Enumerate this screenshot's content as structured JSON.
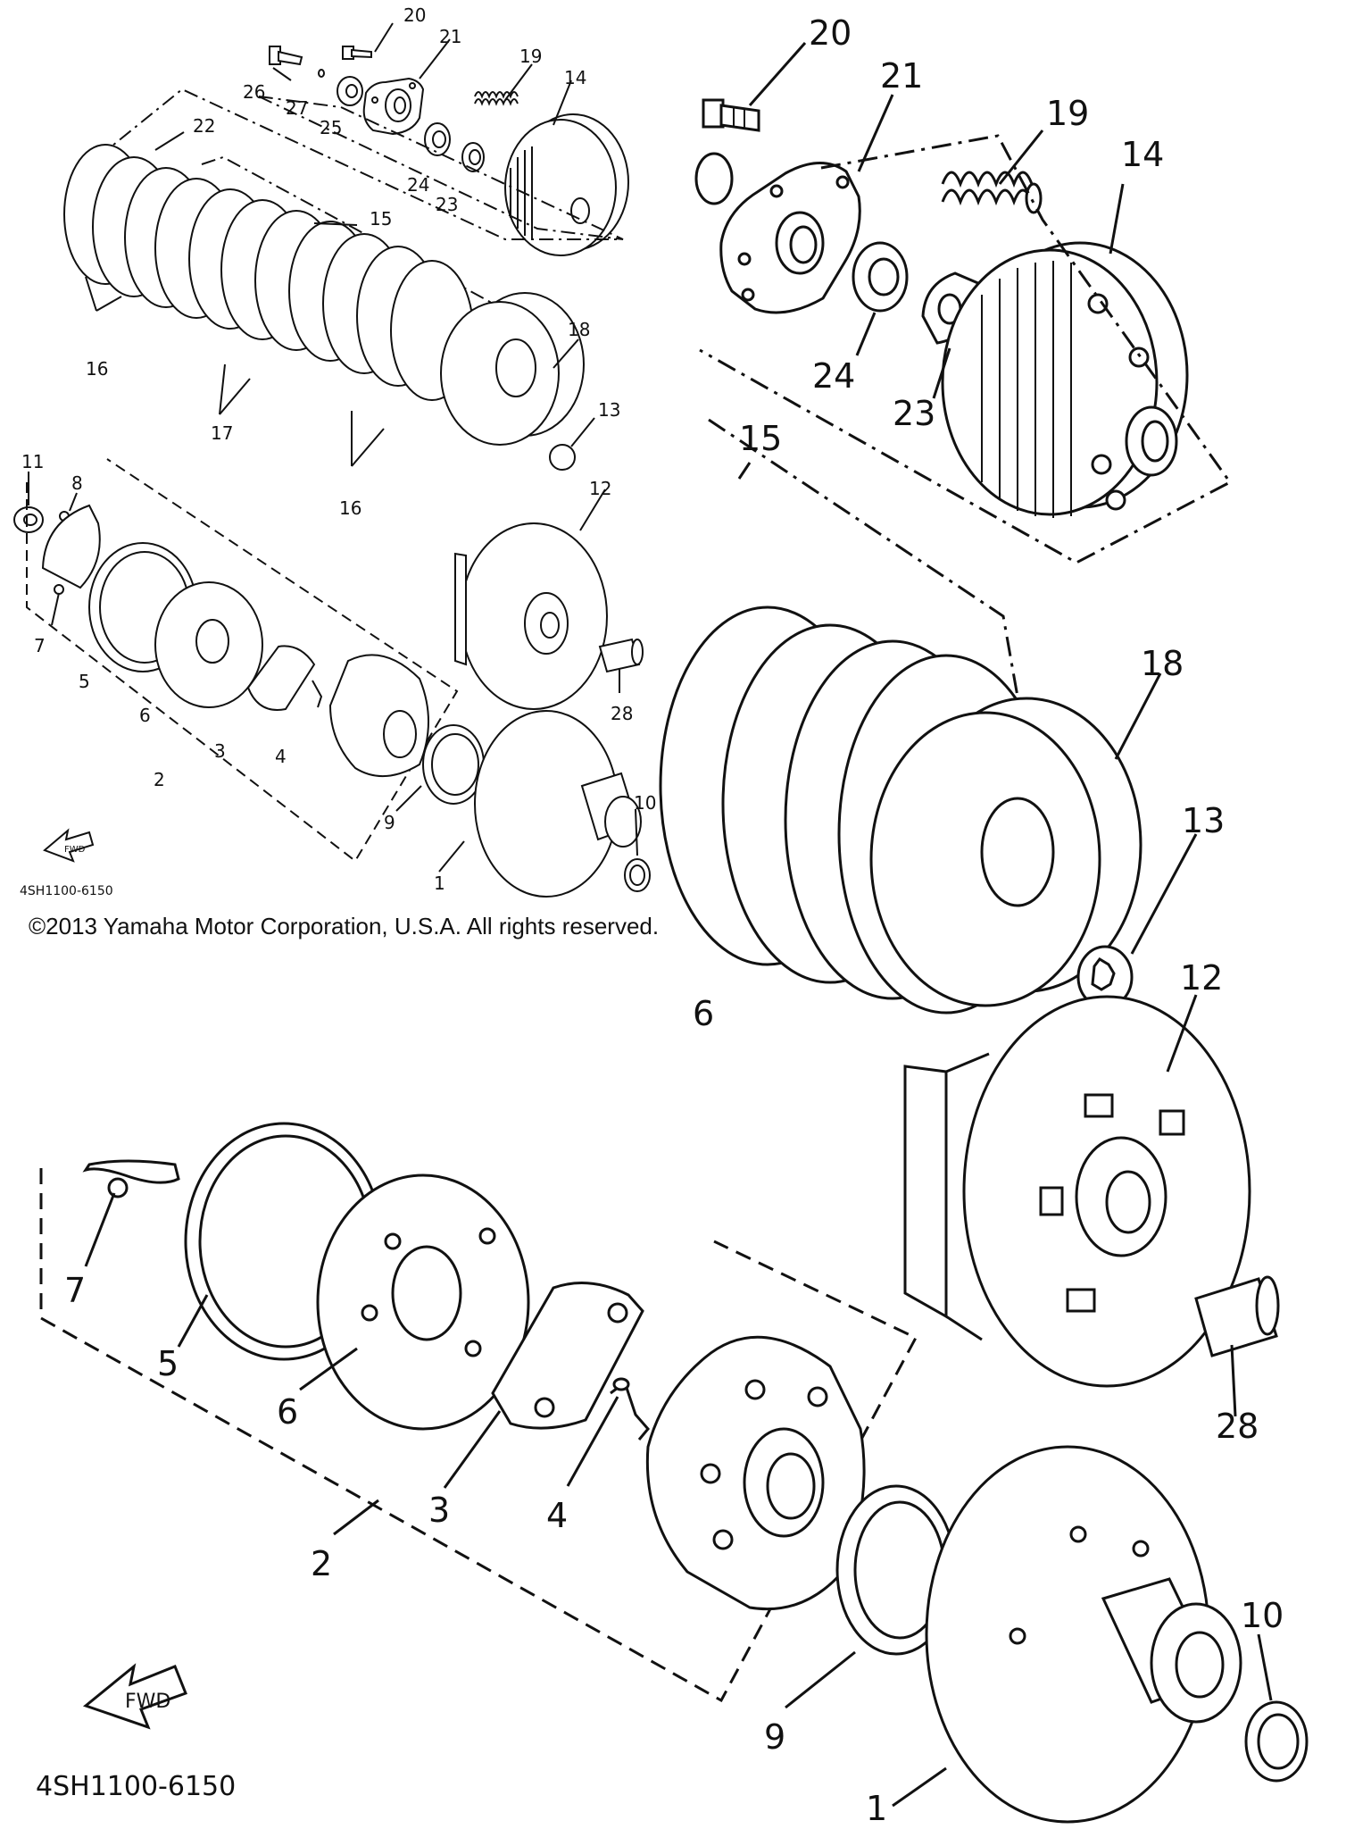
{
  "diagram": {
    "copyright": "©2013 Yamaha Motor Corporation, U.S.A. All rights reserved.",
    "small_view": {
      "drawing_code": "4SH1100-6150",
      "fwd_label": "FWD",
      "labels": [
        {
          "id": "p20",
          "text": "20"
        },
        {
          "id": "p21",
          "text": "21"
        },
        {
          "id": "p19",
          "text": "19"
        },
        {
          "id": "p14",
          "text": "14"
        },
        {
          "id": "p26",
          "text": "26"
        },
        {
          "id": "p27",
          "text": "27"
        },
        {
          "id": "p25",
          "text": "25"
        },
        {
          "id": "p22",
          "text": "22"
        },
        {
          "id": "p24",
          "text": "24"
        },
        {
          "id": "p23",
          "text": "23"
        },
        {
          "id": "p15",
          "text": "15"
        },
        {
          "id": "p16a",
          "text": "16"
        },
        {
          "id": "p18",
          "text": "18"
        },
        {
          "id": "p17",
          "text": "17"
        },
        {
          "id": "p13",
          "text": "13"
        },
        {
          "id": "p16b",
          "text": "16"
        },
        {
          "id": "p11",
          "text": "11"
        },
        {
          "id": "p8",
          "text": "8"
        },
        {
          "id": "p12",
          "text": "12"
        },
        {
          "id": "p7",
          "text": "7"
        },
        {
          "id": "p5",
          "text": "5"
        },
        {
          "id": "p6",
          "text": "6"
        },
        {
          "id": "p3",
          "text": "3"
        },
        {
          "id": "p4",
          "text": "4"
        },
        {
          "id": "p28",
          "text": "28"
        },
        {
          "id": "p2",
          "text": "2"
        },
        {
          "id": "p9",
          "text": "9"
        },
        {
          "id": "p10",
          "text": "10"
        },
        {
          "id": "p1",
          "text": "1"
        }
      ]
    },
    "zoom_upper": {
      "labels": [
        {
          "id": "z20",
          "text": "20"
        },
        {
          "id": "z21",
          "text": "21"
        },
        {
          "id": "z19",
          "text": "19"
        },
        {
          "id": "z14",
          "text": "14"
        },
        {
          "id": "z24",
          "text": "24"
        },
        {
          "id": "z23",
          "text": "23"
        },
        {
          "id": "z15",
          "text": "15"
        },
        {
          "id": "z18",
          "text": "18"
        },
        {
          "id": "z13",
          "text": "13"
        },
        {
          "id": "z16",
          "text": "6"
        },
        {
          "id": "z12",
          "text": "12"
        },
        {
          "id": "z28",
          "text": "28"
        }
      ]
    },
    "zoom_lower": {
      "drawing_code": "4SH1100-6150",
      "fwd_label": "FWD",
      "labels": [
        {
          "id": "y7",
          "text": "7"
        },
        {
          "id": "y5",
          "text": "5"
        },
        {
          "id": "y6",
          "text": "6"
        },
        {
          "id": "y3",
          "text": "3"
        },
        {
          "id": "y4",
          "text": "4"
        },
        {
          "id": "y2",
          "text": "2"
        },
        {
          "id": "y9",
          "text": "9"
        },
        {
          "id": "y10",
          "text": "10"
        },
        {
          "id": "y1",
          "text": "1"
        }
      ]
    }
  }
}
